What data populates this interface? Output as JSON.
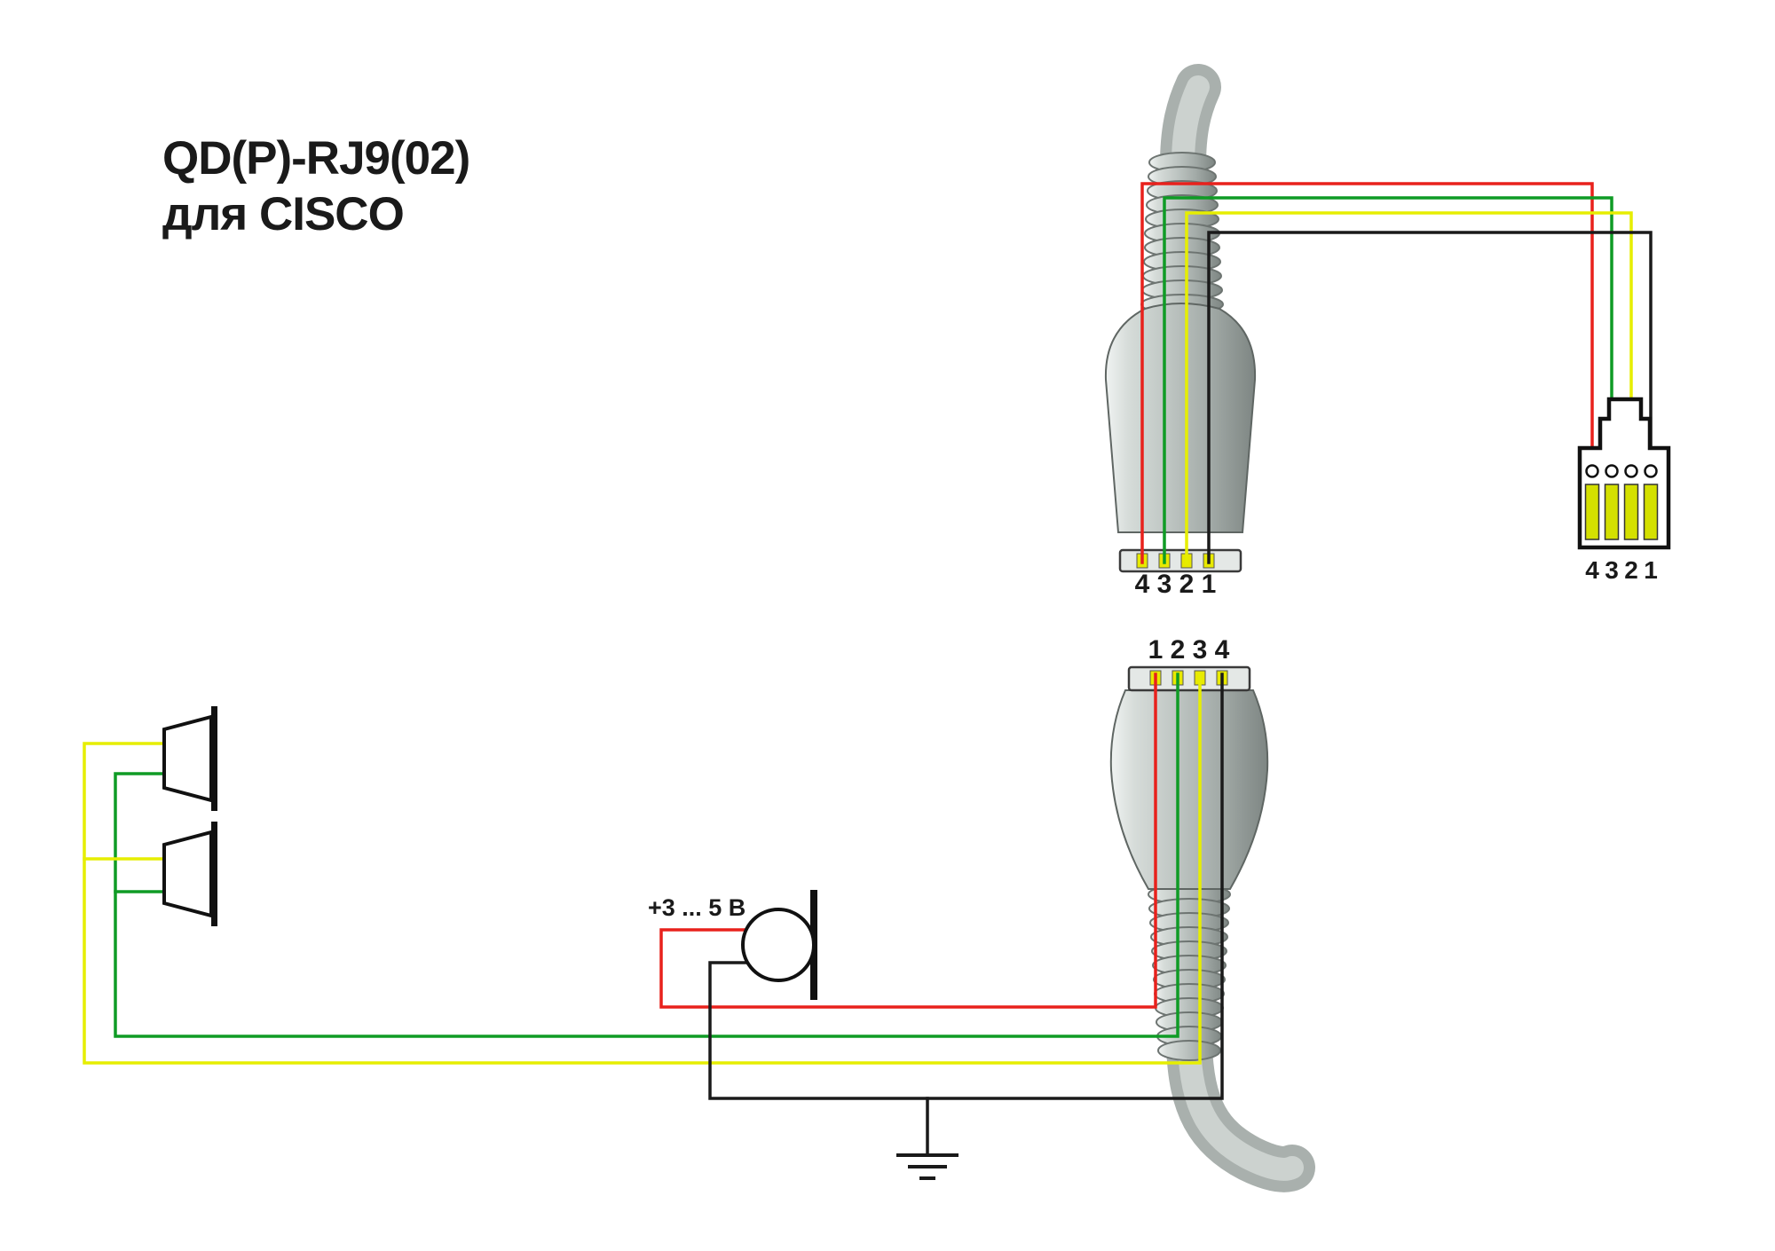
{
  "title": {
    "line1": "QD(P)-RJ9(02)",
    "line2": "для CISCO"
  },
  "mic": {
    "voltage_label": "+3 ... 5 В"
  },
  "pins": {
    "qd_top": [
      "4",
      "3",
      "2",
      "1"
    ],
    "qd_mid": [
      "1",
      "2",
      "3",
      "4"
    ],
    "rj9": [
      "4",
      "3",
      "2",
      "1"
    ]
  },
  "colors": {
    "wire_red": "#e8211c",
    "wire_green": "#0f9b25",
    "wire_yellow": "#e6ee00",
    "wire_black": "#1a1a1a",
    "qd_contact": "#e8e900",
    "rj9_contact": "#d4e000"
  }
}
